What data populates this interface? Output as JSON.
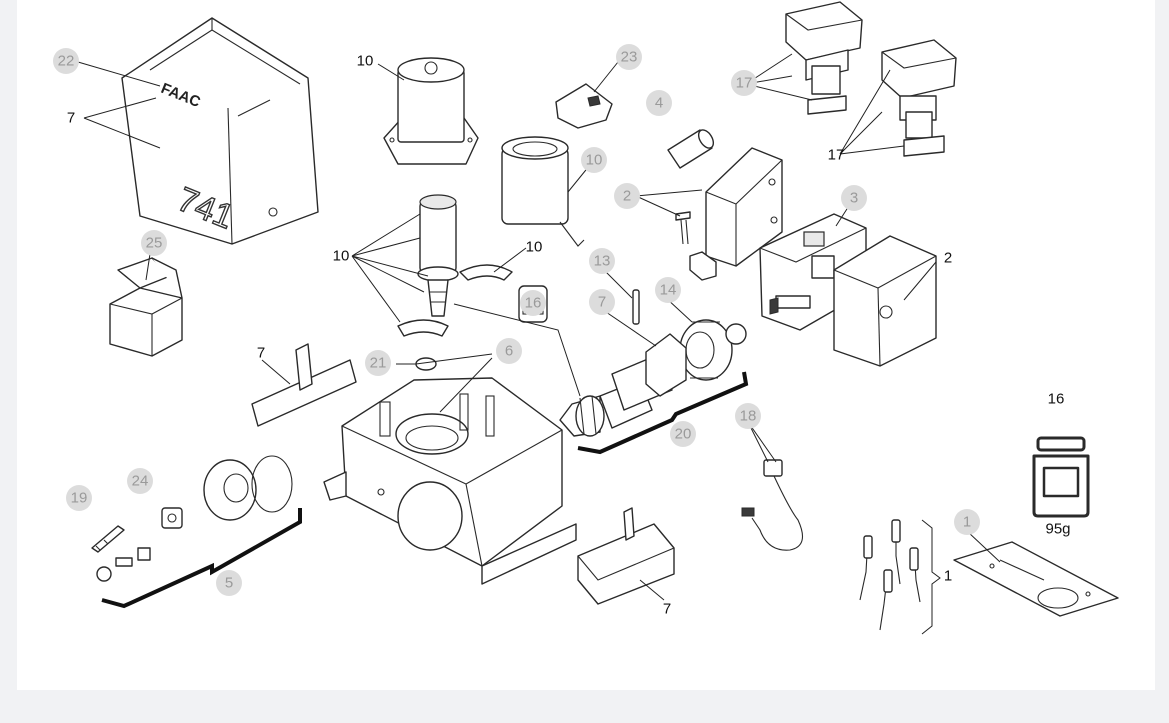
{
  "grease": {
    "label": "16",
    "weight": "95g"
  },
  "logo_text": "FAAC",
  "model_text": "741",
  "callouts": [
    {
      "id": "c22",
      "text": "22",
      "style": "bubble"
    },
    {
      "id": "c7a",
      "text": "7",
      "style": "plain"
    },
    {
      "id": "c10a",
      "text": "10",
      "style": "plain"
    },
    {
      "id": "c23",
      "text": "23",
      "style": "bubble"
    },
    {
      "id": "c4",
      "text": "4",
      "style": "bubble"
    },
    {
      "id": "c17a",
      "text": "17",
      "style": "bubble"
    },
    {
      "id": "c17b",
      "text": "17",
      "style": "plain"
    },
    {
      "id": "c10b",
      "text": "10",
      "style": "bubble"
    },
    {
      "id": "c2a",
      "text": "2",
      "style": "bubble"
    },
    {
      "id": "c3",
      "text": "3",
      "style": "bubble"
    },
    {
      "id": "c2b",
      "text": "2",
      "style": "plain"
    },
    {
      "id": "c25",
      "text": "25",
      "style": "bubble"
    },
    {
      "id": "c10c",
      "text": "10",
      "style": "plain"
    },
    {
      "id": "c10d",
      "text": "10",
      "style": "plain"
    },
    {
      "id": "c13",
      "text": "13",
      "style": "bubble"
    },
    {
      "id": "c14",
      "text": "14",
      "style": "bubble"
    },
    {
      "id": "c16b",
      "text": "16",
      "style": "bubble"
    },
    {
      "id": "c7b",
      "text": "7",
      "style": "bubble"
    },
    {
      "id": "c7c",
      "text": "7",
      "style": "plain"
    },
    {
      "id": "c21",
      "text": "21",
      "style": "bubble"
    },
    {
      "id": "c6",
      "text": "6",
      "style": "bubble"
    },
    {
      "id": "c20",
      "text": "20",
      "style": "bubble"
    },
    {
      "id": "c18",
      "text": "18",
      "style": "bubble"
    },
    {
      "id": "c19",
      "text": "19",
      "style": "bubble"
    },
    {
      "id": "c24",
      "text": "24",
      "style": "bubble"
    },
    {
      "id": "c5",
      "text": "5",
      "style": "bubble"
    },
    {
      "id": "c7d",
      "text": "7",
      "style": "plain"
    },
    {
      "id": "c1a",
      "text": "1",
      "style": "bubble"
    },
    {
      "id": "c1b",
      "text": "1",
      "style": "plain"
    }
  ]
}
